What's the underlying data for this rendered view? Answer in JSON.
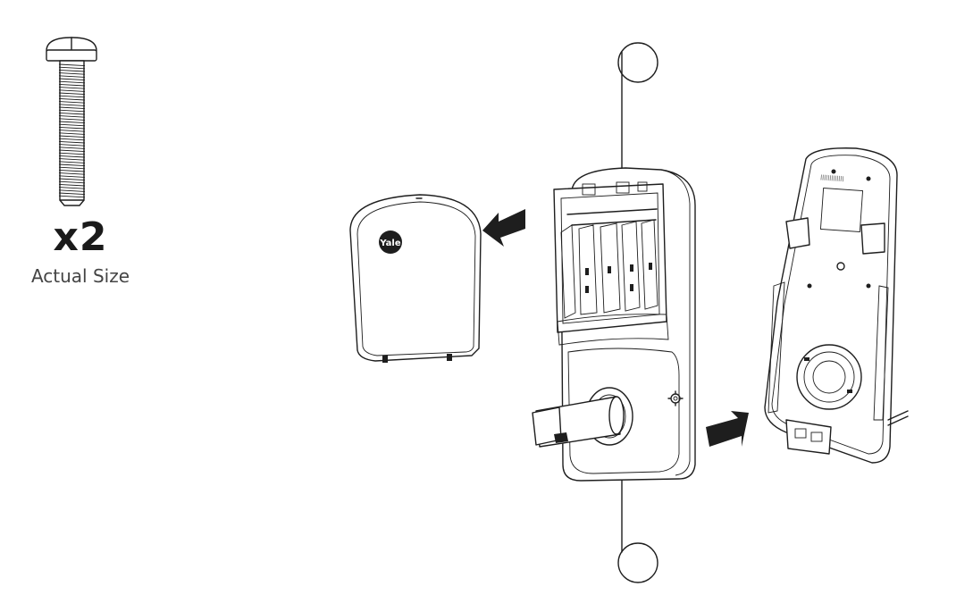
{
  "screw": {
    "quantity_label": "x2",
    "size_label": "Actual Size"
  },
  "cover": {
    "logo_text": "Yale"
  },
  "colors": {
    "line": "#1e1e1e",
    "background": "#ffffff",
    "label_text": "#444444"
  },
  "icons": [
    "screw-icon",
    "arrow-left-icon",
    "arrow-right-icon",
    "gear-icon"
  ]
}
